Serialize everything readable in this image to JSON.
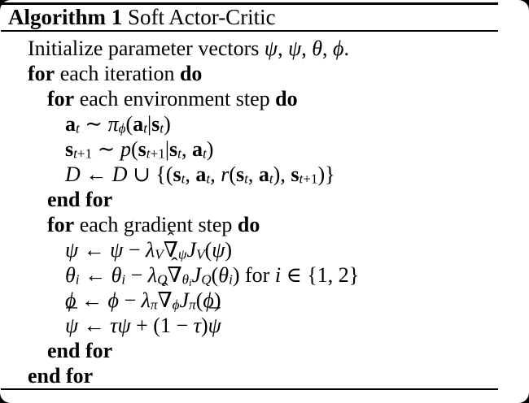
{
  "header": {
    "title_bold": "Algorithm 1",
    "title_rest": " Soft Actor-Critic"
  },
  "colors": {
    "page_background": "#ffffff",
    "text": "#000000",
    "corner_surround": "#000000",
    "rules": "#000000"
  },
  "lines": [
    {
      "indent": 0,
      "tokens": [
        {
          "t": "txt",
          "s": "Initialize parameter vectors "
        },
        {
          "t": "v",
          "s": "ψ"
        },
        {
          "t": "txt",
          "s": ", "
        },
        {
          "t": "acc",
          "s": "ψ",
          "a": "¯",
          "cls": "v"
        },
        {
          "t": "txt",
          "s": ", "
        },
        {
          "t": "v",
          "s": "θ"
        },
        {
          "t": "txt",
          "s": ", "
        },
        {
          "t": "v",
          "s": "ϕ"
        },
        {
          "t": "txt",
          "s": "."
        }
      ]
    },
    {
      "indent": 0,
      "tokens": [
        {
          "t": "kw",
          "s": "for"
        },
        {
          "t": "txt",
          "s": " each iteration "
        },
        {
          "t": "kw",
          "s": "do"
        }
      ]
    },
    {
      "indent": 1,
      "tokens": [
        {
          "t": "kw",
          "s": "for"
        },
        {
          "t": "txt",
          "s": " each environment step "
        },
        {
          "t": "kw",
          "s": "do"
        }
      ]
    },
    {
      "indent": 2,
      "tokens": [
        {
          "t": "b",
          "s": "a"
        },
        {
          "t": "vs",
          "s": "t"
        },
        {
          "t": "op",
          "s": " ∼ "
        },
        {
          "t": "v",
          "s": "π"
        },
        {
          "t": "vs",
          "s": "ϕ"
        },
        {
          "t": "txt",
          "s": "("
        },
        {
          "t": "b",
          "s": "a"
        },
        {
          "t": "vs",
          "s": "t"
        },
        {
          "t": "txt",
          "s": "|"
        },
        {
          "t": "b",
          "s": "s"
        },
        {
          "t": "vs",
          "s": "t"
        },
        {
          "t": "txt",
          "s": ")"
        }
      ]
    },
    {
      "indent": 2,
      "tokens": [
        {
          "t": "b",
          "s": "s"
        },
        {
          "t": "vs",
          "s": "t"
        },
        {
          "t": "ss",
          "s": "+1"
        },
        {
          "t": "op",
          "s": " ∼ "
        },
        {
          "t": "v",
          "s": "p"
        },
        {
          "t": "txt",
          "s": "("
        },
        {
          "t": "b",
          "s": "s"
        },
        {
          "t": "vs",
          "s": "t"
        },
        {
          "t": "ss",
          "s": "+1"
        },
        {
          "t": "txt",
          "s": "|"
        },
        {
          "t": "b",
          "s": "s"
        },
        {
          "t": "vs",
          "s": "t"
        },
        {
          "t": "txt",
          "s": ", "
        },
        {
          "t": "b",
          "s": "a"
        },
        {
          "t": "vs",
          "s": "t"
        },
        {
          "t": "txt",
          "s": ")"
        }
      ]
    },
    {
      "indent": 2,
      "tokens": [
        {
          "t": "cal",
          "s": "D"
        },
        {
          "t": "op",
          "s": " ← "
        },
        {
          "t": "cal",
          "s": "D"
        },
        {
          "t": "op",
          "s": " ∪ "
        },
        {
          "t": "txt",
          "s": "{("
        },
        {
          "t": "b",
          "s": "s"
        },
        {
          "t": "vs",
          "s": "t"
        },
        {
          "t": "txt",
          "s": ", "
        },
        {
          "t": "b",
          "s": "a"
        },
        {
          "t": "vs",
          "s": "t"
        },
        {
          "t": "txt",
          "s": ", "
        },
        {
          "t": "v",
          "s": "r"
        },
        {
          "t": "txt",
          "s": "("
        },
        {
          "t": "b",
          "s": "s"
        },
        {
          "t": "vs",
          "s": "t"
        },
        {
          "t": "txt",
          "s": ", "
        },
        {
          "t": "b",
          "s": "a"
        },
        {
          "t": "vs",
          "s": "t"
        },
        {
          "t": "txt",
          "s": "), "
        },
        {
          "t": "b",
          "s": "s"
        },
        {
          "t": "vs",
          "s": "t"
        },
        {
          "t": "ss",
          "s": "+1"
        },
        {
          "t": "txt",
          "s": ")}"
        }
      ]
    },
    {
      "indent": 1,
      "tokens": [
        {
          "t": "kw",
          "s": "end for"
        }
      ]
    },
    {
      "indent": 1,
      "tokens": [
        {
          "t": "kw",
          "s": "for"
        },
        {
          "t": "txt",
          "s": " each gradient step "
        },
        {
          "t": "kw",
          "s": "do"
        }
      ]
    },
    {
      "indent": 2,
      "tokens": [
        {
          "t": "v",
          "s": "ψ"
        },
        {
          "t": "op",
          "s": " ← "
        },
        {
          "t": "v",
          "s": "ψ"
        },
        {
          "t": "op",
          "s": " − "
        },
        {
          "t": "v",
          "s": "λ"
        },
        {
          "t": "vs",
          "s": "V"
        },
        {
          "t": "acc",
          "s": "∇",
          "a": "ˆ",
          "cls": "op"
        },
        {
          "t": "vs",
          "s": "ψ"
        },
        {
          "t": "v",
          "s": "J"
        },
        {
          "t": "vs",
          "s": "V"
        },
        {
          "t": "txt",
          "s": "("
        },
        {
          "t": "v",
          "s": "ψ"
        },
        {
          "t": "txt",
          "s": ")"
        }
      ]
    },
    {
      "indent": 2,
      "tokens": [
        {
          "t": "v",
          "s": "θ"
        },
        {
          "t": "vs",
          "s": "i"
        },
        {
          "t": "op",
          "s": " ← "
        },
        {
          "t": "v",
          "s": "θ"
        },
        {
          "t": "vs",
          "s": "i"
        },
        {
          "t": "op",
          "s": " − "
        },
        {
          "t": "v",
          "s": "λ"
        },
        {
          "t": "vs",
          "s": "Q"
        },
        {
          "t": "acc",
          "s": "∇",
          "a": "ˆ",
          "cls": "op"
        },
        {
          "t": "vs",
          "s": "θ"
        },
        {
          "t": "vss",
          "s": "i"
        },
        {
          "t": "v",
          "s": "J"
        },
        {
          "t": "vs",
          "s": "Q"
        },
        {
          "t": "txt",
          "s": "("
        },
        {
          "t": "v",
          "s": "θ"
        },
        {
          "t": "vs",
          "s": "i"
        },
        {
          "t": "txt",
          "s": ") for "
        },
        {
          "t": "v",
          "s": "i"
        },
        {
          "t": "op",
          "s": " ∈ "
        },
        {
          "t": "txt",
          "s": "{1, 2}"
        }
      ]
    },
    {
      "indent": 2,
      "tokens": [
        {
          "t": "v",
          "s": "ϕ"
        },
        {
          "t": "op",
          "s": " ← "
        },
        {
          "t": "v",
          "s": "ϕ"
        },
        {
          "t": "op",
          "s": " − "
        },
        {
          "t": "v",
          "s": "λ"
        },
        {
          "t": "vs",
          "s": "π"
        },
        {
          "t": "acc",
          "s": "∇",
          "a": "ˆ",
          "cls": "op"
        },
        {
          "t": "vs",
          "s": "ϕ"
        },
        {
          "t": "v",
          "s": "J"
        },
        {
          "t": "vs",
          "s": "π"
        },
        {
          "t": "txt",
          "s": "("
        },
        {
          "t": "v",
          "s": "ϕ"
        },
        {
          "t": "txt",
          "s": ")"
        }
      ]
    },
    {
      "indent": 2,
      "tokens": [
        {
          "t": "acc",
          "s": "ψ",
          "a": "¯",
          "cls": "v"
        },
        {
          "t": "op",
          "s": " ← "
        },
        {
          "t": "v",
          "s": "τ"
        },
        {
          "t": "v",
          "s": "ψ"
        },
        {
          "t": "op",
          "s": " + "
        },
        {
          "t": "txt",
          "s": "(1 "
        },
        {
          "t": "op",
          "s": "− "
        },
        {
          "t": "v",
          "s": "τ"
        },
        {
          "t": "txt",
          "s": ")"
        },
        {
          "t": "acc",
          "s": "ψ",
          "a": "¯",
          "cls": "v"
        }
      ]
    },
    {
      "indent": 1,
      "tokens": [
        {
          "t": "kw",
          "s": "end for"
        }
      ]
    },
    {
      "indent": 0,
      "tokens": [
        {
          "t": "kw",
          "s": "end for"
        }
      ]
    }
  ]
}
